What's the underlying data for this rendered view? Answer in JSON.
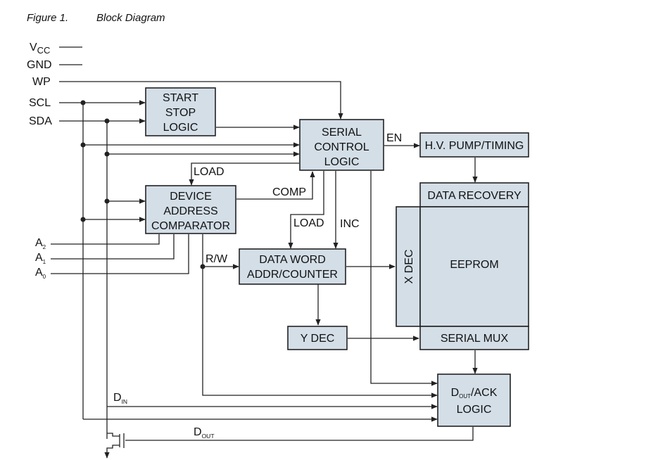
{
  "figure": {
    "number": "Figure 1.",
    "title": "Block Diagram"
  },
  "pins": {
    "vcc_main": "V",
    "vcc_sub": "CC",
    "gnd": "GND",
    "wp": "WP",
    "scl": "SCL",
    "sda": "SDA",
    "a2_main": "A",
    "a2_sub": "2",
    "a1_main": "A",
    "a1_sub": "1",
    "a0_main": "A",
    "a0_sub": "0"
  },
  "blocks": {
    "start_stop": [
      "START",
      "STOP",
      "LOGIC"
    ],
    "serial_control": [
      "SERIAL",
      "CONTROL",
      "LOGIC"
    ],
    "hv_pump": [
      "H.V. PUMP/TIMING"
    ],
    "data_recovery": [
      "DATA RECOVERY"
    ],
    "device_address": [
      "DEVICE",
      "ADDRESS",
      "COMPARATOR"
    ],
    "eeprom": [
      "EEPROM"
    ],
    "x_dec": [
      "X DEC"
    ],
    "data_word": [
      "DATA WORD",
      "ADDR/COUNTER"
    ],
    "y_dec": [
      "Y DEC"
    ],
    "serial_mux": [
      "SERIAL MUX"
    ],
    "dout_ack": {
      "d": "D",
      "sub": "OUT",
      "rest": "/ACK",
      "line2": "LOGIC"
    }
  },
  "signals": {
    "en": "EN",
    "load_top": "LOAD",
    "comp": "COMP",
    "load_mid": "LOAD",
    "inc": "INC",
    "rw": "R/W",
    "din_main": "D",
    "din_sub": "IN",
    "dout_main": "D",
    "dout_sub": "OUT"
  }
}
